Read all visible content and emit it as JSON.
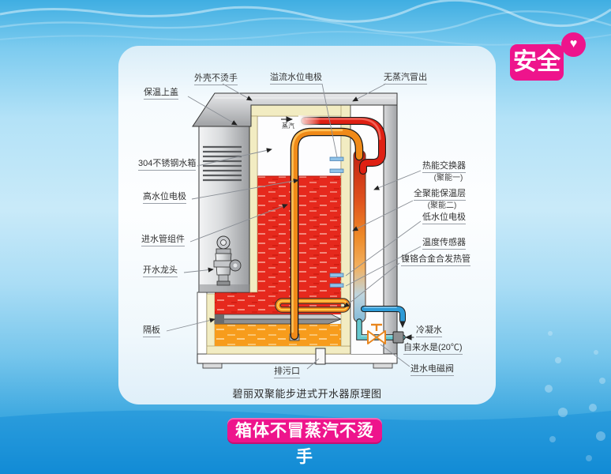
{
  "badge": {
    "label": "安全",
    "heart_icon": "♥"
  },
  "labels": {
    "baowen": {
      "text": "保温上盖"
    },
    "waike": {
      "text": "外壳不烫手"
    },
    "yiliu": {
      "text": "溢流水位电极"
    },
    "wuzhengqi": {
      "text": "无蒸汽冒出"
    },
    "shuixiang": {
      "text": "304不锈钢水箱"
    },
    "gaoshuiwei": {
      "text": "高水位电极"
    },
    "jinshuiguan": {
      "text": "进水管组件"
    },
    "longtou": {
      "text": "开水龙头"
    },
    "geban": {
      "text": "隔板"
    },
    "paiwukou": {
      "text": "排污口"
    },
    "reneng": {
      "text": "热能交换器",
      "sub": "(聚能一)"
    },
    "baowenceng": {
      "text": "全聚能保温层",
      "sub": "(聚能二)"
    },
    "dishuiwei": {
      "text": "低水位电极"
    },
    "wendu": {
      "text": "温度传感器"
    },
    "fareguan": {
      "text": "镍铬合金合发热管"
    },
    "lengningshui": {
      "text": "冷凝水"
    },
    "zilaishui": {
      "text": "自来水是(20℃)"
    },
    "diancifa": {
      "text": "进水电磁阀"
    },
    "zhengqi": {
      "text": "蒸汽"
    }
  },
  "caption": "碧丽双聚能步进式开水器原理图",
  "banner": "箱体不冒蒸汽不烫手",
  "colors": {
    "brand_pink": "#EE148C",
    "boiling_water": "#E6291D",
    "warm_water": "#F79C1C",
    "insulation": "#F2ECC2",
    "cold_pipe": "#2E9BD6",
    "steam_pipe": "#DF2013",
    "riser_pipe": "#F08A18",
    "background_blue": "#3DA8E0"
  }
}
